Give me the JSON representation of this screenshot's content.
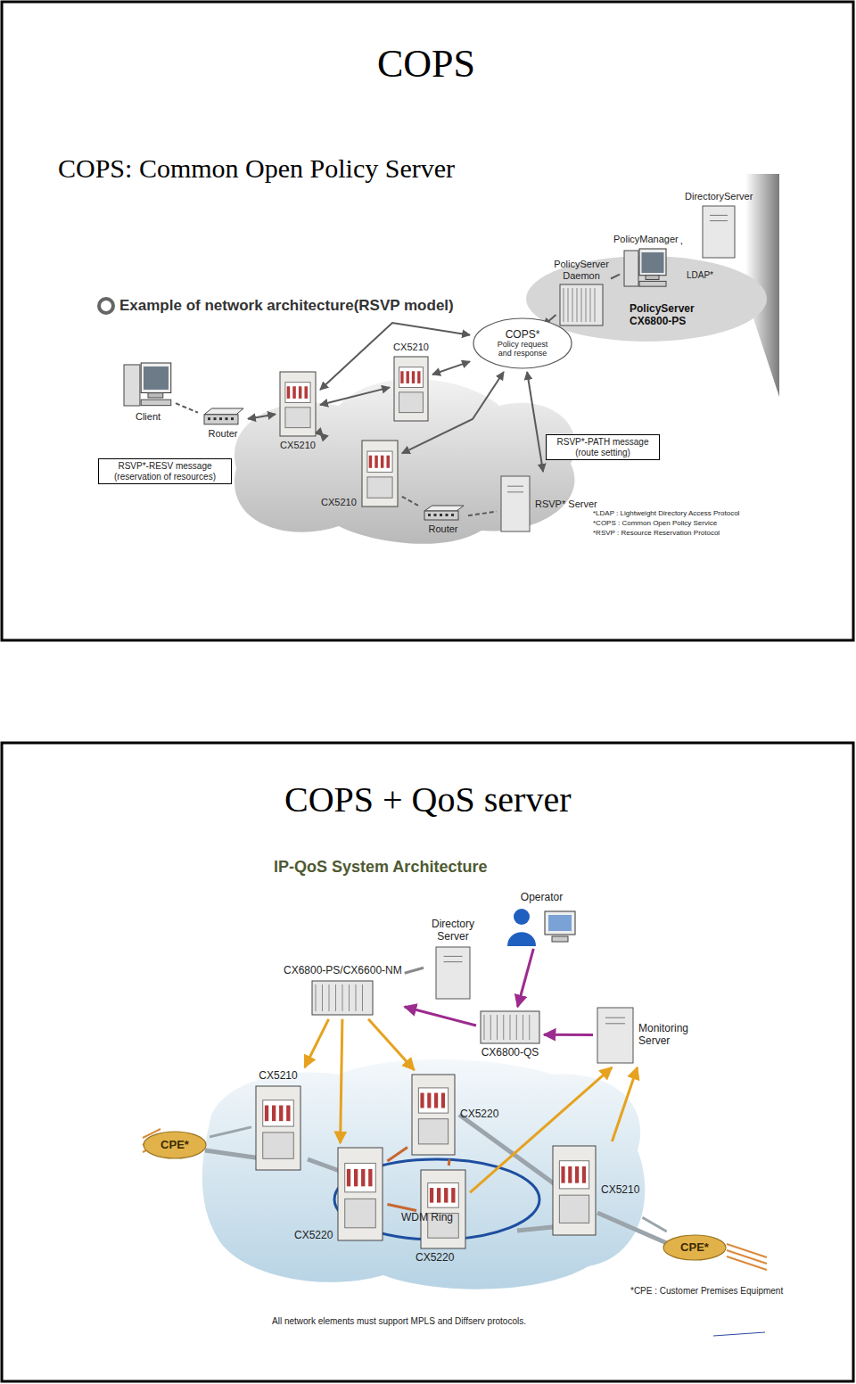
{
  "diagram": {
    "title": "COPS",
    "nodes": [
      {
        "text": [
          "Client"
        ]
      },
      {
        "text": [
          "Router"
        ]
      },
      {
        "text": [
          "CX5210"
        ]
      },
      {
        "text": [
          "CX5210"
        ]
      },
      {
        "text": [
          "CX5210"
        ]
      },
      {
        "text": [
          "COPS*",
          "Policy request and response"
        ]
      },
      {
        "text": [
          "PolicyServer Daemon"
        ]
      },
      {
        "text": [
          "PolicyManager"
        ]
      },
      {
        "text": [
          "DirectoryServer"
        ]
      },
      {
        "text": [
          "Router"
        ]
      },
      {
        "text": [
          "RSVP* Server"
        ]
      },
      {
        "text": [
          "RSVP*-RESV message (reservation of resources)"
        ]
      },
      {
        "text": [
          "RSVP*-PATH message (route setting)"
        ]
      },
      {
        "text": [
          "Operator"
        ]
      },
      {
        "text": [
          "Directory Server"
        ]
      },
      {
        "text": [
          "CX6800-PS/CX6600-NM"
        ]
      },
      {
        "text": [
          "CX6800-QS"
        ]
      },
      {
        "text": [
          "Monitoring Server"
        ]
      },
      {
        "text": [
          "CX5210"
        ]
      },
      {
        "text": [
          "CX5220"
        ]
      },
      {
        "text": [
          "CX5220"
        ]
      },
      {
        "text": [
          "CX5220"
        ]
      },
      {
        "text": [
          "CX5210"
        ]
      },
      {
        "text": [
          "CPE*"
        ]
      },
      {
        "text": [
          "CPE*"
        ]
      }
    ],
    "edges": [
      {
        "from": 0,
        "to": 1,
        "arrow": "none"
      },
      {
        "from": 1,
        "to": 3,
        "arrow": "both"
      },
      {
        "from": 3,
        "to": 2,
        "arrow": "both"
      },
      {
        "from": 3,
        "to": 4,
        "arrow": "both"
      },
      {
        "from": 2,
        "to": 5,
        "arrow": "both"
      },
      {
        "from": 3,
        "to": 5,
        "arrow": "both"
      },
      {
        "from": 4,
        "to": 5,
        "arrow": "both"
      },
      {
        "from": 10,
        "to": 5,
        "arrow": "both"
      },
      {
        "from": 5,
        "to": 6,
        "arrow": "to"
      },
      {
        "from": 6,
        "to": 7,
        "arrow": "none"
      },
      {
        "from": 7,
        "to": 8,
        "arrow": "none"
      },
      {
        "from": 4,
        "to": 9,
        "arrow": "none"
      },
      {
        "from": 9,
        "to": 10,
        "arrow": "none"
      },
      {
        "from": 13,
        "to": 16,
        "arrow": "to"
      },
      {
        "from": 16,
        "to": 15,
        "arrow": "to"
      },
      {
        "from": 17,
        "to": 16,
        "arrow": "to"
      },
      {
        "from": 14,
        "to": 15,
        "arrow": "none"
      },
      {
        "from": 15,
        "to": 18,
        "arrow": "to"
      },
      {
        "from": 15,
        "to": 20,
        "arrow": "to"
      },
      {
        "from": 15,
        "to": 19,
        "arrow": "to"
      },
      {
        "from": 21,
        "to": 17,
        "arrow": "to"
      },
      {
        "from": 22,
        "to": 17,
        "arrow": "to"
      },
      {
        "from": 19,
        "to": 20,
        "arrow": "none"
      },
      {
        "from": 19,
        "to": 21,
        "arrow": "none"
      },
      {
        "from": 20,
        "to": 21,
        "arrow": "none"
      },
      {
        "from": 23,
        "to": 18,
        "arrow": "none"
      },
      {
        "from": 24,
        "to": 22,
        "arrow": "none"
      }
    ],
    "labels": [
      "COPS: Common Open Policy Server",
      "Example of network architecture(RSVP model)",
      "PolicyServer CX6800-PS",
      "LDAP*",
      "*LDAP : Lightweight Directory Access Protocol",
      "*COPS : Common Open Policy Service",
      "*RSVP : Resource Reservation Protocol",
      "COPS + QoS server",
      "IP-QoS System Architecture",
      "WDM Ring",
      "*CPE : Customer Premises Equipment",
      "All network elements must support MPLS and Diffserv protocols."
    ]
  }
}
